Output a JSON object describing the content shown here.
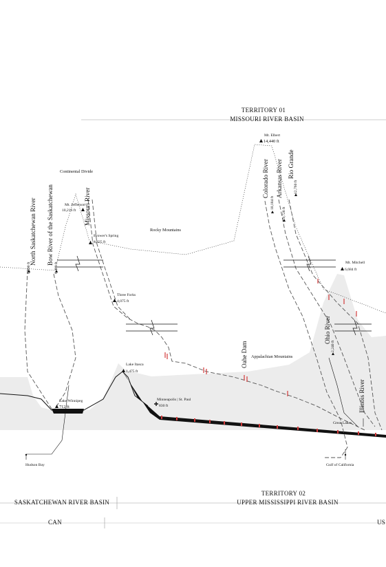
{
  "territory_01": {
    "number": "TERRITORY 01",
    "name": "MISSOURI RIVER BASIN"
  },
  "territory_02": {
    "number": "TERRITORY 02",
    "name": "UPPER MISSISSIPPI RIVER BASIN"
  },
  "saskatchewan_basin": "SASKATCHEWAN RIVER BASIN",
  "countries": {
    "can": "CAN",
    "us": "US"
  },
  "regions": {
    "continental_divide": "Continental Divide",
    "rocky_mountains": "Rocky Mountains",
    "appalachian_mountains": "Appalachian Mountains"
  },
  "rivers": {
    "north_saskatchewan": "North Saskatchewan River",
    "bow": "Bow River of the Saskatchewan",
    "missouri": "Missouri River",
    "colorado": "Colorado River",
    "arkansas": "Arkansas River",
    "rio_grande": "Rio Grande",
    "ohio": "Ohio River",
    "illinois": "Illinois River"
  },
  "places": {
    "mt_elbert": {
      "name": "Mt. Elbert",
      "elevation": "14,440 ft"
    },
    "mt_jefferson": {
      "name": "Mt. Jefferson",
      "elevation": "10,216 ft"
    },
    "browers_spring": {
      "name": "Brower's Spring",
      "elevation": "8,825 ft"
    },
    "three_forks": {
      "name": "Three Forks",
      "elevation": "4,075 ft"
    },
    "lake_itasca": {
      "name": "Lake Itasca",
      "elevation": "1,475 ft"
    },
    "lake_winnipeg": {
      "name": "Lake Winnipeg",
      "elevation": "712 ft"
    },
    "minneapolis": {
      "name": "Minneapolis | St. Paul",
      "elevation": "830 ft"
    },
    "mt_mitchell": {
      "name": "Mt. Mitchell",
      "elevation": "6,684 ft"
    },
    "north_sask_source": {
      "elevation": "6,890 ft"
    },
    "bow_source": {
      "elevation": "6,480 ft"
    },
    "colorado_source": {
      "elevation": "10,184 ft"
    },
    "arkansas_source": {
      "elevation": "9,728 ft"
    },
    "rio_grande_source": {
      "elevation": "12,760 ft"
    },
    "ohio_source": {
      "elevation": "2,240 ft"
    },
    "oahe_dam": {
      "name": "Oahe Dam"
    },
    "great_lakes": {
      "name": "Great Lakes"
    },
    "hudson_bay": {
      "name": "Hudson Bay"
    },
    "gulf_of_california": {
      "name": "Gulf of California"
    }
  },
  "colors": {
    "ink": "#111111",
    "terrain": "#ececec",
    "dam": "#d23a3a",
    "water": "#000000"
  }
}
